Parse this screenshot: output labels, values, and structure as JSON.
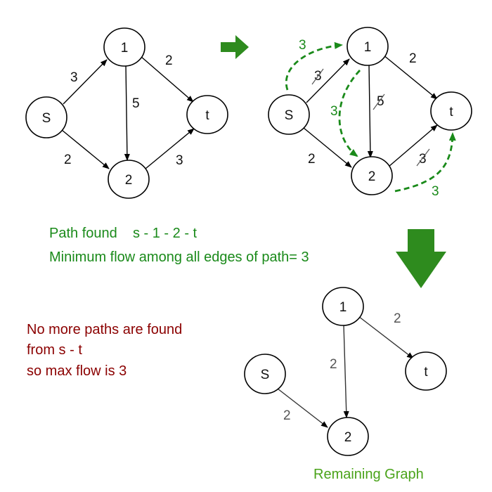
{
  "colors": {
    "green": "#1a8a1a",
    "dark_red": "#8b0000",
    "arrow_green": "#2e8b1e",
    "title_green": "#4aa31a"
  },
  "graph1": {
    "nodes": {
      "s": "S",
      "n1": "1",
      "n2": "2",
      "t": "t"
    },
    "weights": {
      "s_1": "3",
      "s_2": "2",
      "one_2": "5",
      "one_t": "2",
      "two_t": "3"
    }
  },
  "graph2": {
    "nodes": {
      "s": "S",
      "n1": "1",
      "n2": "2",
      "t": "t"
    },
    "weights": {
      "s_1": "3",
      "s_2": "2",
      "one_2": "5",
      "one_t": "2",
      "two_t": "3"
    },
    "flow_labels": {
      "a": "3",
      "b": "3",
      "c": "3"
    }
  },
  "graph3": {
    "nodes": {
      "s": "S",
      "n1": "1",
      "n2": "2",
      "t": "t"
    },
    "weights": {
      "s_2": "2",
      "one_2": "2",
      "one_t": "2"
    },
    "title": "Remaining Graph"
  },
  "text": {
    "path_found": "Path found    s - 1 - 2 - t",
    "min_flow": "Minimum flow among all edges of path= 3",
    "no_more_1": "No more paths are found",
    "no_more_2": "from s - t",
    "no_more_3": "so max flow is 3"
  }
}
